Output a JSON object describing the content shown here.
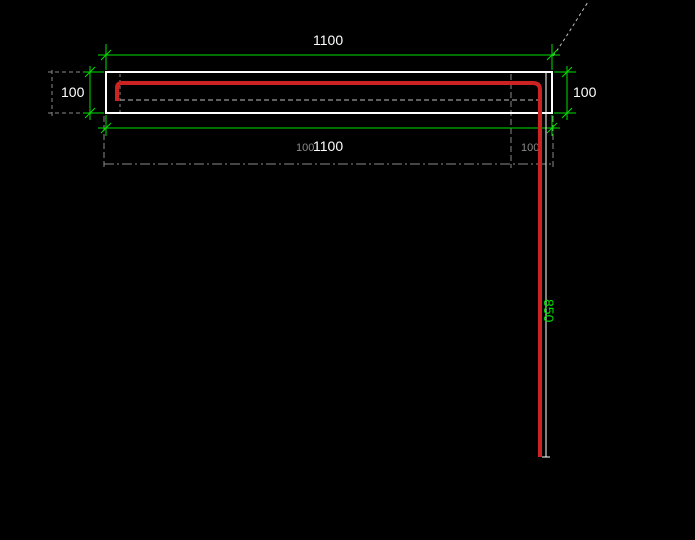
{
  "colors": {
    "background": "#000000",
    "dimension_line": "#00e000",
    "outline": "#ffffff",
    "rebar": "#cc2222",
    "hidden_line": "#bfbfbf",
    "ghost_dimension": "#8a8a8a",
    "vertical_label": "#00e000"
  },
  "dimensions": {
    "top_length": "1100",
    "bottom_length": "1100",
    "left_height": "100",
    "right_height": "100",
    "ghost_left": "100",
    "ghost_right": "100",
    "vertical_length": "850"
  }
}
